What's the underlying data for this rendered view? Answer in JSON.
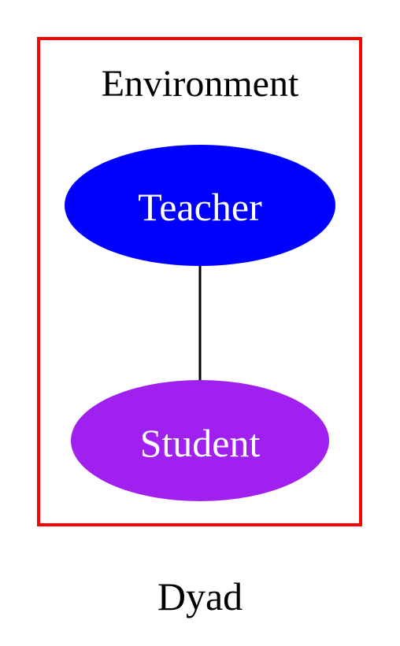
{
  "graph": {
    "label": "Dyad"
  },
  "cluster": {
    "label": "Environment",
    "border_color": "#ff0000"
  },
  "nodes": {
    "teacher": {
      "label": "Teacher",
      "fill": "#0000ff"
    },
    "student": {
      "label": "Student",
      "fill": "#a020f0"
    }
  },
  "edges": [
    {
      "from": "Teacher",
      "to": "Student",
      "directed": false
    }
  ]
}
